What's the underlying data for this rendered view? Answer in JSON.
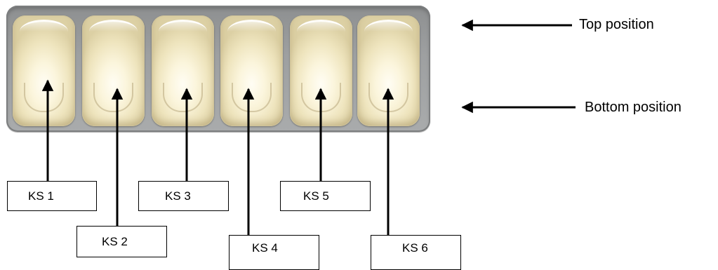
{
  "switches": [
    {
      "id": "ks1",
      "label": "KS 1"
    },
    {
      "id": "ks2",
      "label": "KS 2"
    },
    {
      "id": "ks3",
      "label": "KS 3"
    },
    {
      "id": "ks4",
      "label": "KS 4"
    },
    {
      "id": "ks5",
      "label": "KS 5"
    },
    {
      "id": "ks6",
      "label": "KS 6"
    }
  ],
  "positions": {
    "top": "Top position",
    "bottom": "Bottom position"
  },
  "colors": {
    "panel": "#9ea0a1",
    "switch_face": "#fbf5dc",
    "line": "#000000"
  }
}
